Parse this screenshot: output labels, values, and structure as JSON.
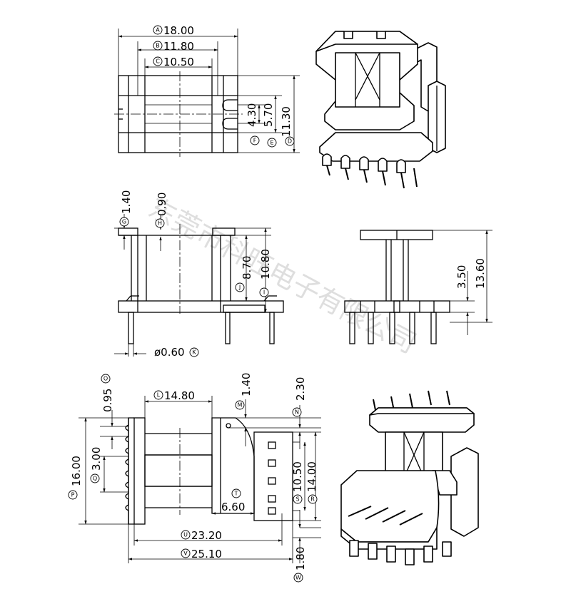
{
  "watermark": "东莞市科旺电子有限公司",
  "top_view": {
    "dims": [
      {
        "id": "A",
        "value": "18.00"
      },
      {
        "id": "B",
        "value": "11.80"
      },
      {
        "id": "C",
        "value": "10.50"
      },
      {
        "id": "E",
        "value": "5.70"
      },
      {
        "id": "F",
        "value": "4.30"
      },
      {
        "id": "D",
        "value": "11.30"
      }
    ]
  },
  "side_view": {
    "dims": [
      {
        "id": "G",
        "value": "1.40"
      },
      {
        "id": "H",
        "value": "0.90"
      },
      {
        "id": "J",
        "value": "8.70"
      },
      {
        "id": "I",
        "value": "10.80"
      },
      {
        "id": "K",
        "value": "ø0.60"
      }
    ]
  },
  "end_view": {
    "dims": [
      {
        "value": "3.50"
      },
      {
        "value": "13.60"
      }
    ]
  },
  "bottom_view": {
    "dims": [
      {
        "id": "O",
        "value": "0.95"
      },
      {
        "id": "L",
        "value": "14.80"
      },
      {
        "id": "M",
        "value": "1.40"
      },
      {
        "id": "N",
        "value": "2.30"
      },
      {
        "id": "P",
        "value": "16.00"
      },
      {
        "id": "Q",
        "value": "3.00"
      },
      {
        "id": "S",
        "value": "10.50"
      },
      {
        "id": "R",
        "value": "14.00"
      },
      {
        "id": "T",
        "value": "6.60"
      },
      {
        "id": "U",
        "value": "23.20"
      },
      {
        "id": "V",
        "value": "25.10"
      },
      {
        "id": "W",
        "value": "1.80"
      }
    ]
  },
  "colors": {
    "line": "#000000",
    "watermark": "#b8b8b8",
    "background": "#ffffff"
  }
}
